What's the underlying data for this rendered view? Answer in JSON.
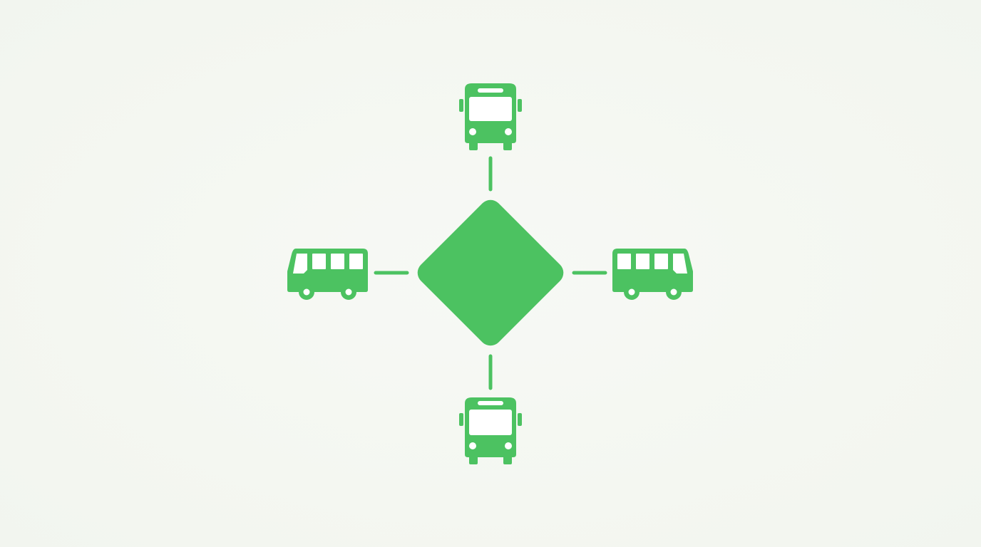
{
  "diagram": {
    "hub": {
      "icon": "diamond-hub-icon"
    },
    "nodes": [
      {
        "id": "top",
        "icon": "bus-front-icon"
      },
      {
        "id": "bottom",
        "icon": "bus-front-icon"
      },
      {
        "id": "left",
        "icon": "bus-side-left-icon"
      },
      {
        "id": "right",
        "icon": "bus-side-right-icon"
      }
    ],
    "colors": {
      "background": "#f4f7f1",
      "accent": "#4cc261",
      "icon_cutout": "#ffffff"
    }
  }
}
